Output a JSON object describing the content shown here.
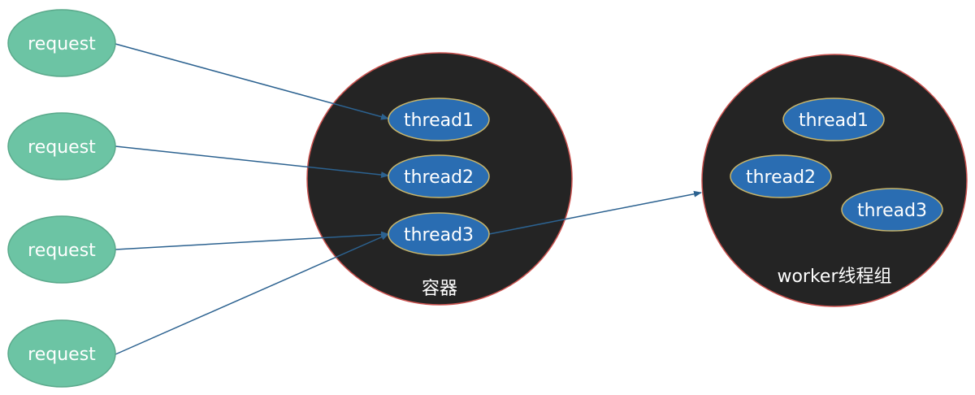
{
  "colors": {
    "request_fill": "#6cc4a4",
    "request_stroke": "#5aa98b",
    "container_fill": "#242424",
    "container_stroke": "#c9524f",
    "thread_fill": "#2a6db2",
    "thread_stroke": "#c8b56a",
    "arrow": "#2c6290",
    "text": "#ffffff",
    "background": "#ffffff"
  },
  "requests": [
    {
      "label": "request"
    },
    {
      "label": "request"
    },
    {
      "label": "request"
    },
    {
      "label": "request"
    }
  ],
  "container": {
    "label": "容器",
    "threads": [
      {
        "label": "thread1"
      },
      {
        "label": "thread2"
      },
      {
        "label": "thread3"
      }
    ]
  },
  "worker_group": {
    "label": "worker线程组",
    "threads": [
      {
        "label": "thread1"
      },
      {
        "label": "thread2"
      },
      {
        "label": "thread3"
      }
    ]
  },
  "connections": [
    {
      "from": "request-1",
      "to": "container-thread-1"
    },
    {
      "from": "request-2",
      "to": "container-thread-2"
    },
    {
      "from": "request-3",
      "to": "container-thread-3"
    },
    {
      "from": "request-4",
      "to": "container-thread-3"
    },
    {
      "from": "container-thread-3",
      "to": "worker-group"
    }
  ]
}
